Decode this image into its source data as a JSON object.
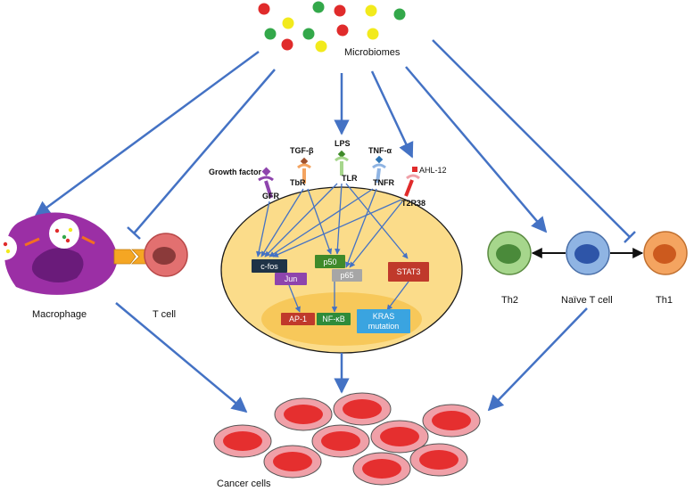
{
  "labels": {
    "microbiomes": "Microbiomes",
    "macrophage": "Macrophage",
    "t_cell": "T cell",
    "th2": "Th2",
    "naive_t_cell": "Naïve T cell",
    "th1": "Th1",
    "cancer_cells": "Cancer cells"
  },
  "receptors": {
    "growth_factor": "Growth factor",
    "gfr": "GFR",
    "tgf_beta": "TGF-β",
    "tbr": "TbR",
    "lps": "LPS",
    "tlr": "TLR",
    "tnf_alpha": "TNF-α",
    "tnfr": "TNFR",
    "ahl12": "AHL-12",
    "t2r38": "T2R38"
  },
  "signaling": {
    "cfos": "c-fos",
    "jun": "Jun",
    "p50": "p50",
    "p65": "p65",
    "stat3": "STAT3",
    "ap1": "AP-1",
    "nfkb": "NF-κB",
    "kras_line1": "KRAS",
    "kras_line2": "mutation"
  },
  "colors": {
    "arrow": "#4472c4",
    "cell_fill": "#fbdc8a",
    "cell_stroke": "#1a1a1a",
    "nucleus_fill": "#f7c85a",
    "dot_red": "#e02b2b",
    "dot_green": "#33a84a",
    "dot_yellow": "#f2ea1c",
    "macrophage": "#9b2fa5",
    "t_cell_outer": "#e27070",
    "t_cell_inner": "#8b3a3a",
    "th2_outer": "#a6d68c",
    "th2_inner": "#4a8a3a",
    "naive_outer": "#8fb4e3",
    "naive_inner": "#2e55a8",
    "th1_outer": "#f4a460",
    "th1_inner": "#cc5a1e",
    "cancer_outer": "#f0a0a8",
    "cancer_inner": "#e52f2f",
    "cfos_box": "#1f3347",
    "jun_box": "#8e44ad",
    "p50_box": "#3f8a2a",
    "p65_box": "#a6a6a6",
    "stat3_box": "#c0392b",
    "ap1_box": "#c0392b",
    "nfkb_box": "#2e8b3a",
    "kras_box": "#3aa4e0"
  }
}
